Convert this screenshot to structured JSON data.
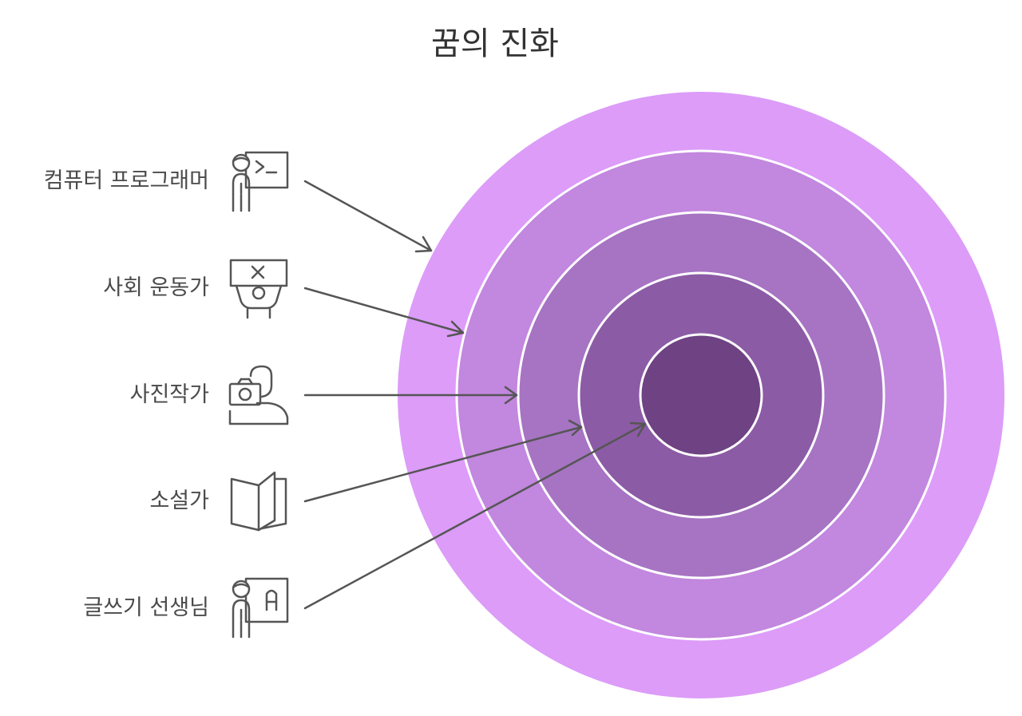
{
  "title": "꿈의 진화",
  "items": [
    {
      "label": "컴퓨터 프로그래머",
      "icon": "programmer-icon"
    },
    {
      "label": "사회 운동가",
      "icon": "protester-icon"
    },
    {
      "label": "사진작가",
      "icon": "photographer-icon"
    },
    {
      "label": "소설가",
      "icon": "book-icon"
    },
    {
      "label": "글쓰기 선생님",
      "icon": "teacher-icon"
    }
  ],
  "ring_colors": [
    "#dc9cf8",
    "#c287de",
    "#a674c3",
    "#8c5ba5",
    "#6e4283"
  ],
  "stroke_color": "#555555"
}
